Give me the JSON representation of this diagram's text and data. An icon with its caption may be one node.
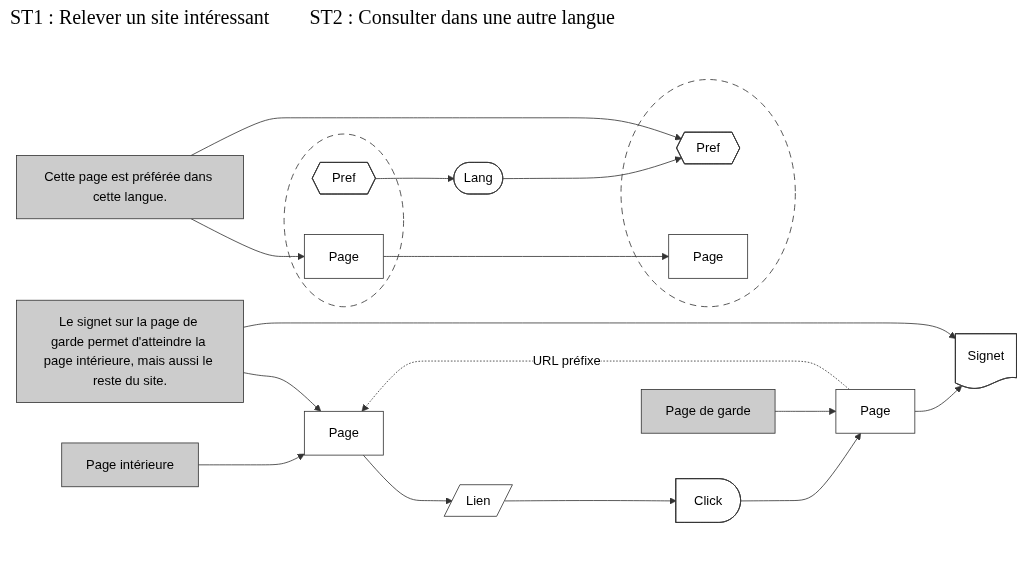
{
  "diagram": {
    "nodes": [
      {
        "text": [
          "Page"
        ]
      },
      {
        "text": [
          "Lien"
        ]
      },
      {
        "text": [
          "Click"
        ]
      },
      {
        "text": [
          "Page"
        ]
      },
      {
        "text": [
          "Signet"
        ]
      },
      {
        "text": [
          "Page intérieure"
        ]
      },
      {
        "text": [
          "Page de garde"
        ]
      },
      {
        "text": [
          "Le signet sur la page de garde permet d'atteindre la page intérieure, mais aussi le reste du site."
        ]
      },
      {
        "text": [],
        "shape": "circle"
      },
      {
        "text": [
          "Pref"
        ],
        "in": 8
      },
      {
        "text": [
          "Page"
        ],
        "in": 8
      },
      {
        "text": [
          "Lang"
        ]
      },
      {
        "text": [],
        "shape": "circle"
      },
      {
        "text": [
          "Pref"
        ],
        "in": 12
      },
      {
        "text": [
          "Page"
        ],
        "in": 12
      },
      {
        "text": [
          "Cette page est préférée dans cette langue."
        ]
      }
    ],
    "edges": [
      {
        "from": 0,
        "to": 1,
        "arrow": "to"
      },
      {
        "from": 1,
        "to": 2,
        "arrow": "to"
      },
      {
        "from": 2,
        "to": 3,
        "arrow": "to"
      },
      {
        "from": 3,
        "to": 4,
        "arrow": "to"
      },
      {
        "from": 3,
        "to": 0,
        "arrow": "to",
        "label": "URL préfixe",
        "style": "dashed"
      },
      {
        "from": 5,
        "to": 0,
        "arrow": "to"
      },
      {
        "from": 6,
        "to": 3,
        "arrow": "to"
      },
      {
        "from": 7,
        "to": 4,
        "arrow": "to"
      },
      {
        "from": 7,
        "to": 0,
        "arrow": "to"
      },
      {
        "from": 9,
        "to": 11,
        "arrow": "to"
      },
      {
        "from": 11,
        "to": 13,
        "arrow": "to"
      },
      {
        "from": 10,
        "to": 14,
        "arrow": "to"
      },
      {
        "from": 15,
        "to": 13,
        "arrow": "to"
      },
      {
        "from": 15,
        "to": 10,
        "arrow": "to"
      }
    ],
    "labels": [
      "ST1 : Relever un site intéressant",
      "ST2 : Consulter dans une autre langue"
    ]
  }
}
